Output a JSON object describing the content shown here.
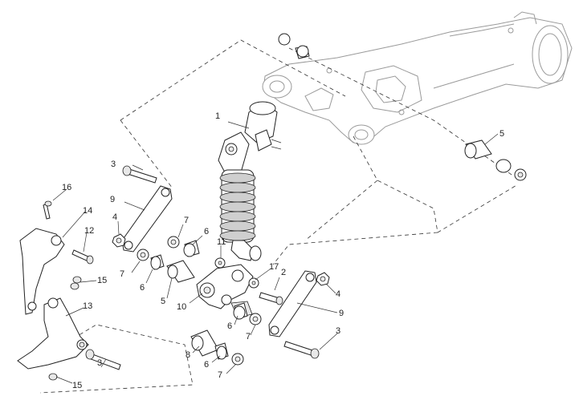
{
  "callouts": {
    "c1": "1",
    "c2": "2",
    "c3a": "3",
    "c3b": "3",
    "c3c": "3",
    "c4a": "4",
    "c4b": "4",
    "c5a": "5",
    "c5b": "5",
    "c6a": "6",
    "c6b": "6",
    "c6c": "6",
    "c6d": "6",
    "c7a": "7",
    "c7b": "7",
    "c7c": "7",
    "c7d": "7",
    "c8": "8",
    "c9a": "9",
    "c9b": "9",
    "c10": "10",
    "c11": "11",
    "c12": "12",
    "c13": "13",
    "c14": "14",
    "c15a": "15",
    "c15b": "15",
    "c16": "16",
    "c17": "17"
  }
}
